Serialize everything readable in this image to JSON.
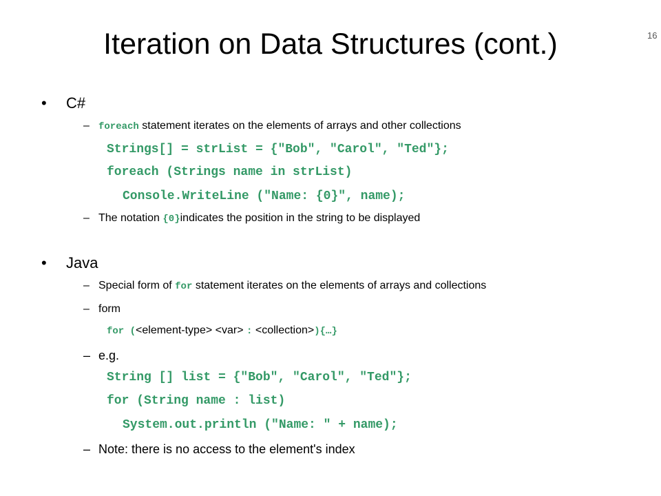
{
  "slide": {
    "title": "Iteration on Data Structures (cont.)",
    "page_number": "16",
    "bullet_char": "•",
    "dash_char": "–",
    "csharp": {
      "heading": "C#",
      "item1_code": "foreach",
      "item1_text": " statement iterates on the elements of arrays and other collections",
      "code_lines": [
        "Strings[] = strList = {\"Bob\", \"Carol\", \"Ted\"};",
        "foreach (Strings name in strList)",
        "Console.WriteLine (\"Name: {0}\", name);"
      ],
      "item2_pre": "The notation ",
      "item2_code": "{0}",
      "item2_post": "indicates the position in the string to be displayed"
    },
    "java": {
      "heading": "Java",
      "item1_pre": "Special form of ",
      "item1_code": "for",
      "item1_post": " statement iterates on the elements of arrays and collections",
      "item2_text": "form",
      "form_kw1": "for (",
      "form_t1": "<element-type> <var> ",
      "form_kw2": ":",
      "form_t2": " <collection>",
      "form_kw3": "){…}",
      "item3_text": "e.g.",
      "code_lines": [
        "String [] list = {\"Bob\", \"Carol\", \"Ted\"};",
        "for (String name : list)",
        "System.out.println (\"Name: \" + name);"
      ],
      "note": "Note: there is no access to the element's index"
    }
  }
}
